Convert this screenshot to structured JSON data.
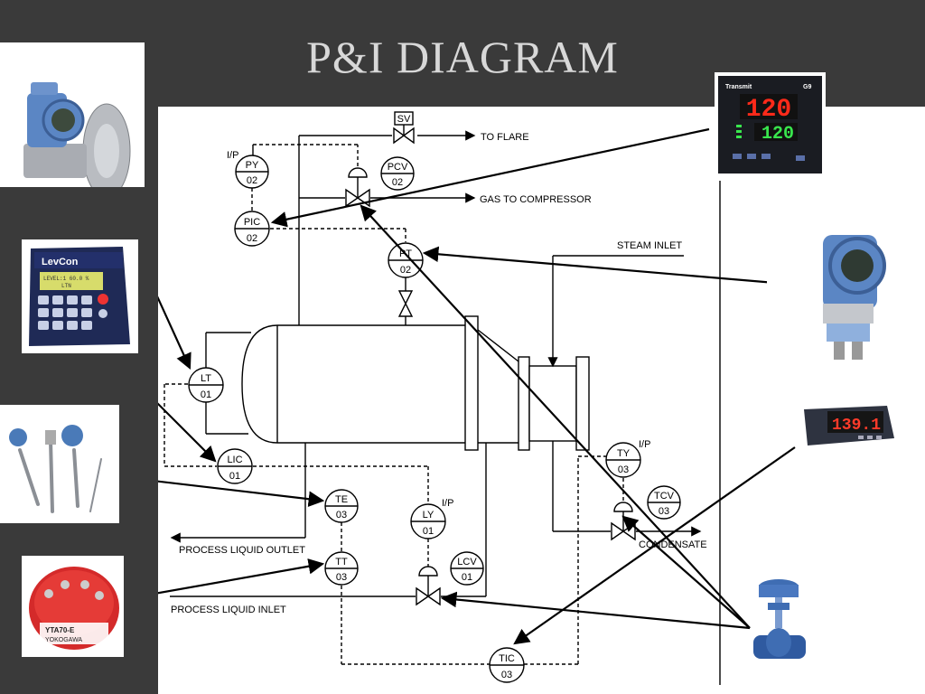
{
  "slide": {
    "title": "P&I DIAGRAM"
  },
  "diagram": {
    "instruments": [
      {
        "tag": "PY",
        "num": "02"
      },
      {
        "tag": "PCV",
        "num": "02"
      },
      {
        "tag": "PIC",
        "num": "02"
      },
      {
        "tag": "PT",
        "num": "02"
      },
      {
        "tag": "LT",
        "num": "01"
      },
      {
        "tag": "LIC",
        "num": "01"
      },
      {
        "tag": "TE",
        "num": "03"
      },
      {
        "tag": "TT",
        "num": "03"
      },
      {
        "tag": "LY",
        "num": "01"
      },
      {
        "tag": "LCV",
        "num": "01"
      },
      {
        "tag": "TY",
        "num": "03"
      },
      {
        "tag": "TCV",
        "num": "03"
      },
      {
        "tag": "TIC",
        "num": "03"
      }
    ],
    "labels": {
      "to_flare": "TO FLARE",
      "gas_to_compressor": "GAS TO COMPRESSOR",
      "steam_inlet": "STEAM INLET",
      "condensate": "CONDENSATE",
      "process_liquid_outlet": "PROCESS LIQUID OUTLET",
      "process_liquid_inlet": "PROCESS LIQUID INLET",
      "sv": "SV",
      "ip_py": "I/P",
      "ip_ly": "I/P",
      "ip_ty": "I/P"
    }
  },
  "photos": {
    "levcon_brand": "LevCon",
    "levcon_screen": "LEVEL:1 60.0 %",
    "levcon_screen2": "LTN",
    "controller_brand": "Transmit",
    "controller_model": "G9",
    "controller_pv": "120",
    "controller_sv": "120",
    "panel_meter_value": "139.1",
    "head_transmitter_label": "YTA70-E",
    "head_transmitter_maker": "YOKOGAWA"
  },
  "colors": {
    "background": "#3a3a3a",
    "title": "#d8d8d8",
    "diagram_line": "#000000",
    "transmitter_blue": "#5b86c4",
    "controller_red": "#ff2a1a",
    "controller_green": "#39e64d"
  }
}
